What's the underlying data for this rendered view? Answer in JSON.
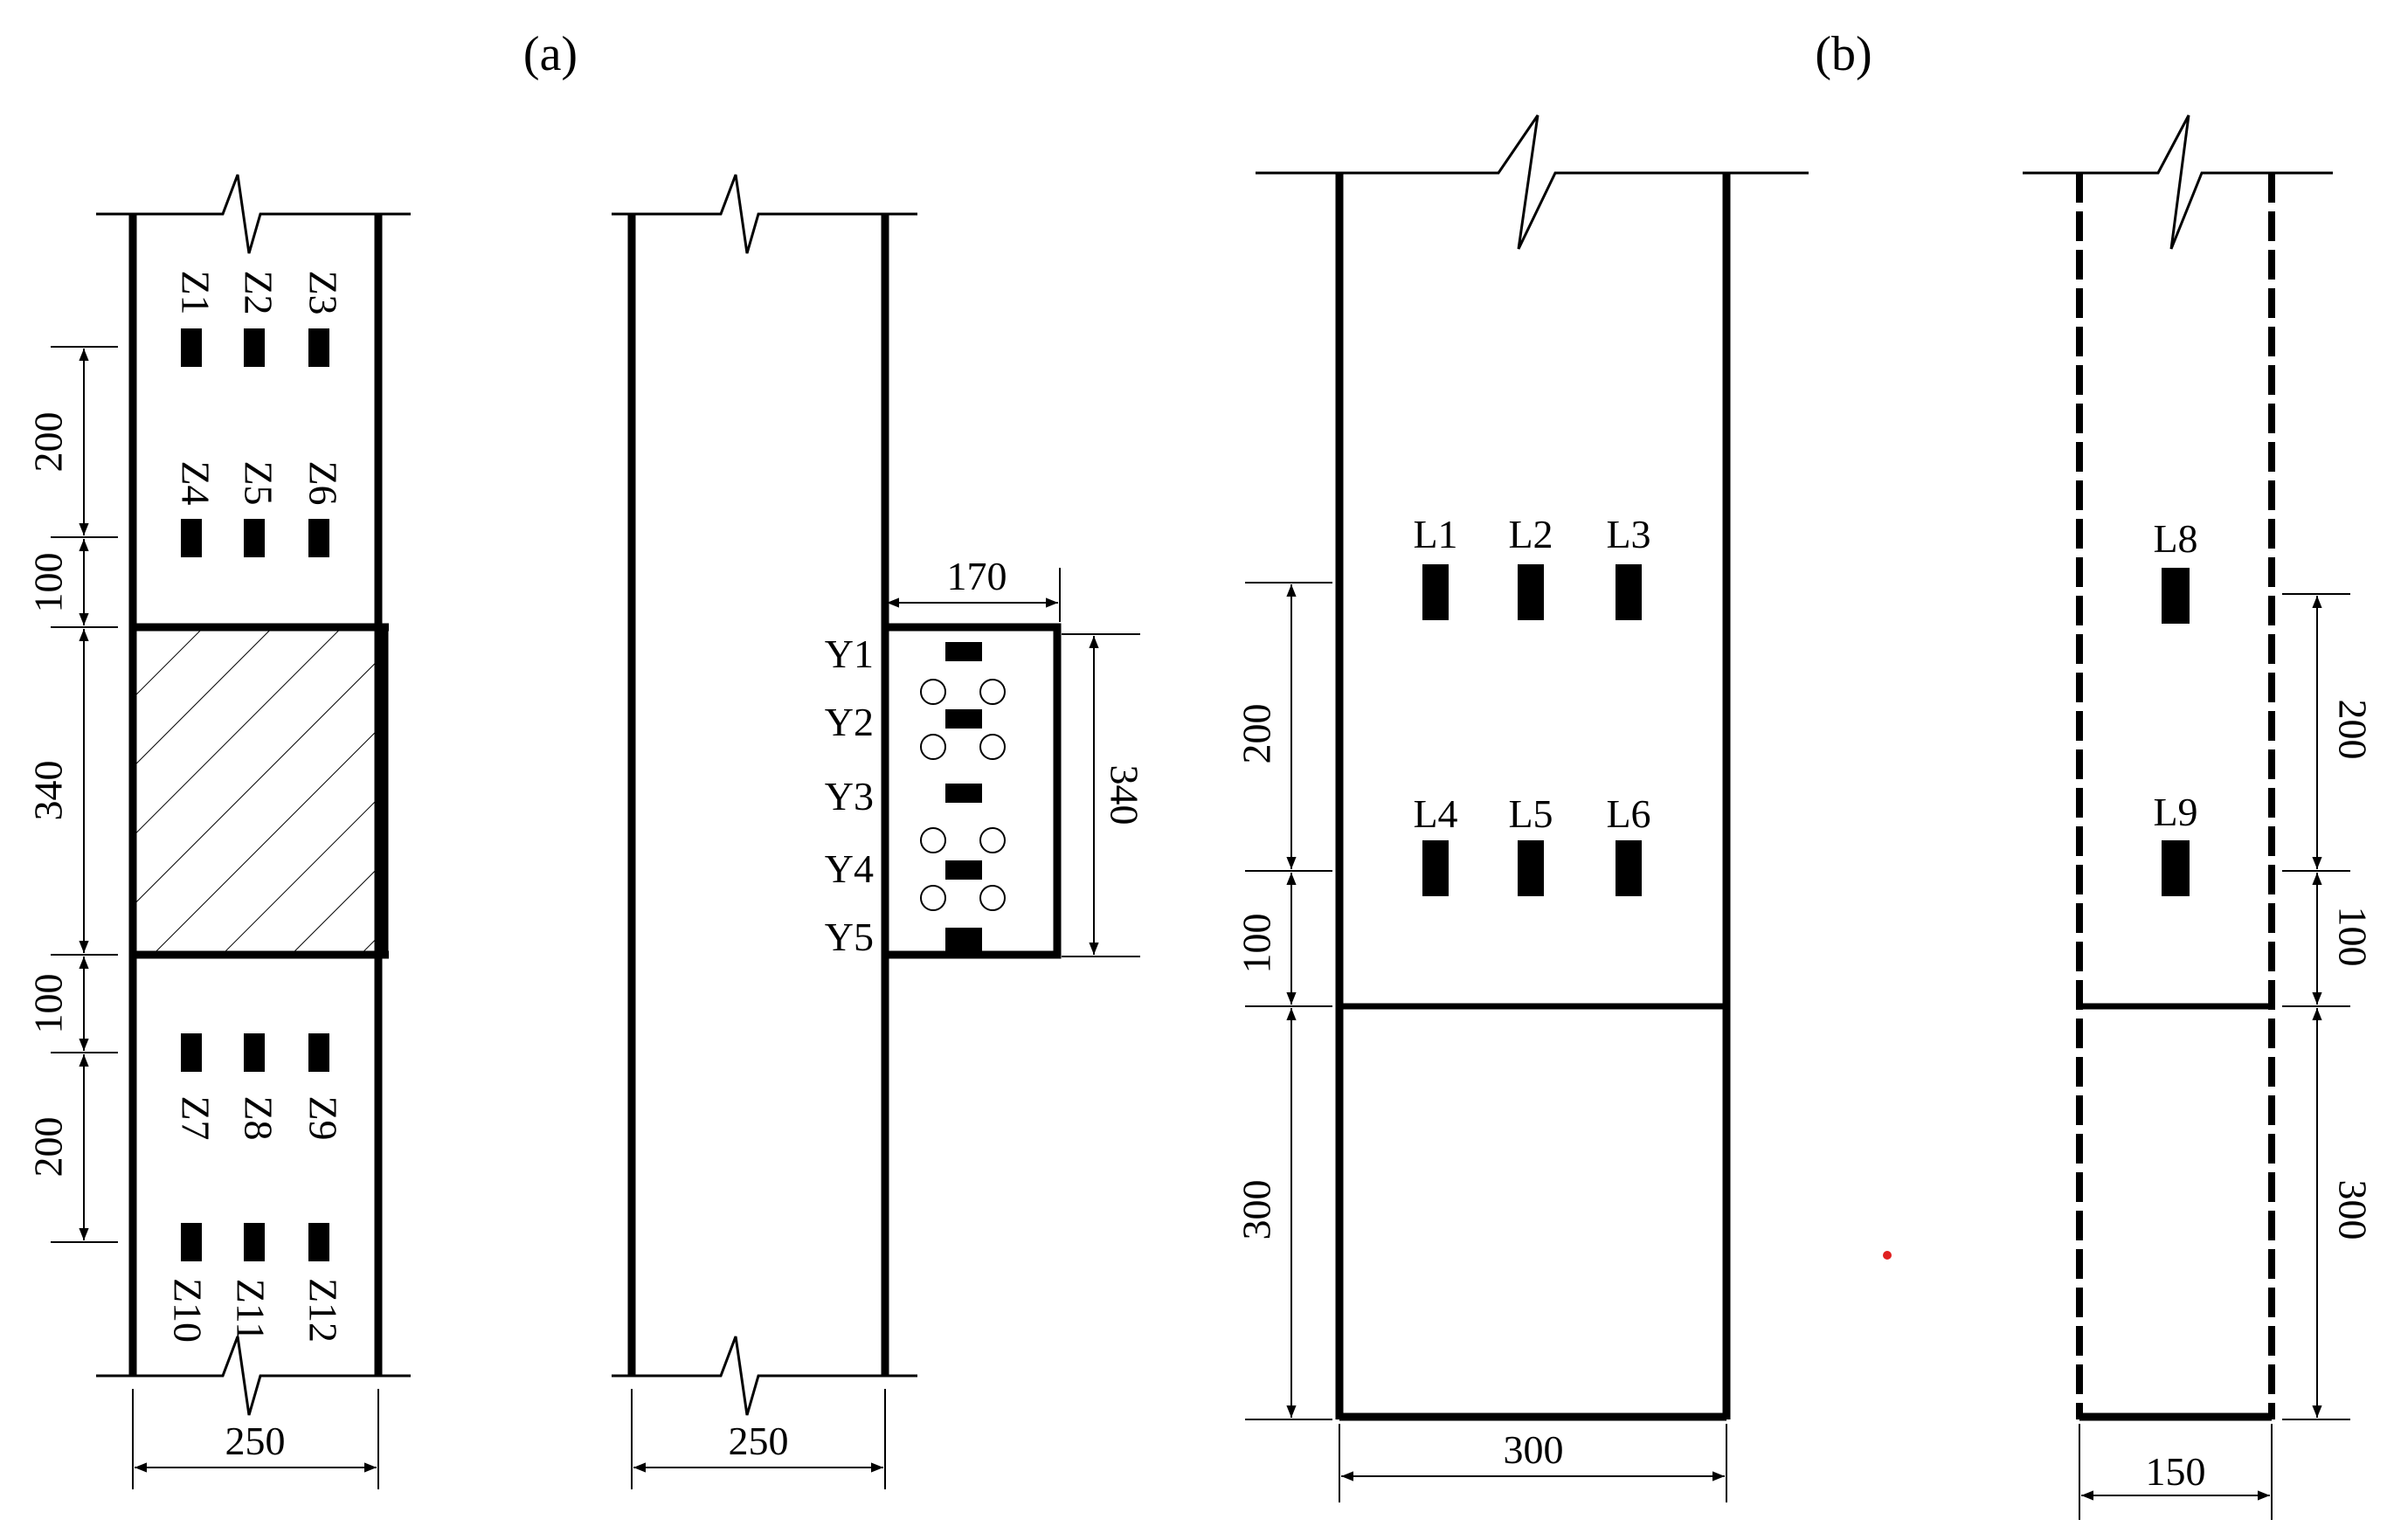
{
  "panels": {
    "a": "(a)",
    "b": "(b)"
  },
  "column_a_face": {
    "gauges_top": [
      "Z1",
      "Z2",
      "Z3",
      "Z4",
      "Z5",
      "Z6"
    ],
    "gauges_bottom": [
      "Z7",
      "Z8",
      "Z9",
      "Z10",
      "Z11",
      "Z12"
    ],
    "dims": {
      "top_200": "200",
      "top_100": "100",
      "joint_340": "340",
      "bot_100": "100",
      "bot_200": "200",
      "width": "250"
    }
  },
  "column_a_side": {
    "gauges": [
      "Y1",
      "Y2",
      "Y3",
      "Y4",
      "Y5"
    ],
    "dims": {
      "beam_width": "170",
      "beam_depth": "340",
      "width": "250"
    }
  },
  "column_b_face": {
    "gauges": [
      "L1",
      "L2",
      "L3",
      "L4",
      "L5",
      "L6"
    ],
    "dims": {
      "d200": "200",
      "d100": "100",
      "d300": "300",
      "width": "300"
    }
  },
  "column_b_side": {
    "gauges": [
      "L8",
      "L9"
    ],
    "dims": {
      "d200": "200",
      "d100": "100",
      "d300": "300",
      "width": "150"
    }
  },
  "colors": {
    "ink": "#000000",
    "marker": "#e02020"
  }
}
